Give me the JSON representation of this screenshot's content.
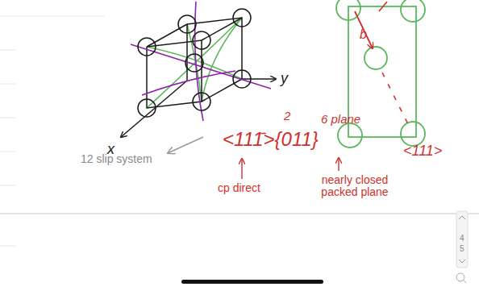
{
  "diagram": {
    "labels": [
      "x",
      "y",
      "2",
      "6 plane",
      "<111̄>{011}",
      "b",
      "<111>",
      "12 slip system",
      "cp direct",
      "nearly closed packed plane",
      "4",
      "5"
    ]
  }
}
